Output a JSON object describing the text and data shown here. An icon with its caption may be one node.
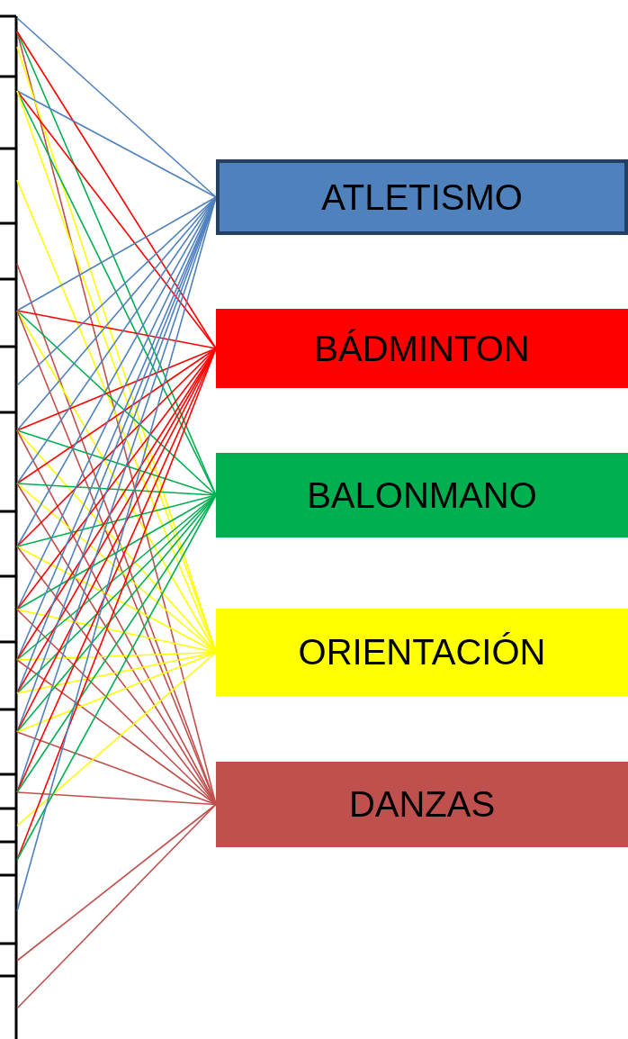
{
  "diagram": {
    "nodes": [
      {
        "text": [
          "ATLETISMO"
        ]
      },
      {
        "text": [
          "BÁDMINTON"
        ]
      },
      {
        "text": [
          "BALONMANO"
        ]
      },
      {
        "text": [
          "ORIENTACIÓN"
        ]
      },
      {
        "text": [
          "DANZAS"
        ]
      }
    ],
    "edges": [
      {
        "from": null,
        "to": 0,
        "arrow": "none",
        "color": "#4f81bd"
      },
      {
        "from": null,
        "to": 4,
        "arrow": "none",
        "color": "#c0504d"
      },
      {
        "from": null,
        "to": 2,
        "arrow": "none",
        "color": "#00b050"
      },
      {
        "from": null,
        "to": 1,
        "arrow": "none",
        "color": "#ff0000"
      },
      {
        "from": null,
        "to": 3,
        "arrow": "none",
        "color": "#ffff00"
      },
      {
        "from": null,
        "to": 0,
        "arrow": "none",
        "color": "#4f81bd"
      },
      {
        "from": null,
        "to": 1,
        "arrow": "none",
        "color": "#ff0000"
      },
      {
        "from": null,
        "to": 2,
        "arrow": "none",
        "color": "#00b050"
      },
      {
        "from": null,
        "to": 3,
        "arrow": "none",
        "color": "#ffff00"
      },
      {
        "from": null,
        "to": 3,
        "arrow": "none",
        "color": "#ffff00"
      },
      {
        "from": null,
        "to": 4,
        "arrow": "none",
        "color": "#c0504d"
      },
      {
        "from": null,
        "to": 0,
        "arrow": "none",
        "color": "#4f81bd"
      },
      {
        "from": null,
        "to": 1,
        "arrow": "none",
        "color": "#ff0000"
      },
      {
        "from": null,
        "to": 2,
        "arrow": "none",
        "color": "#00b050"
      },
      {
        "from": null,
        "to": 3,
        "arrow": "none",
        "color": "#ffff00"
      },
      {
        "from": null,
        "to": 4,
        "arrow": "none",
        "color": "#c0504d"
      },
      {
        "from": null,
        "to": 0,
        "arrow": "none",
        "color": "#4f81bd"
      },
      {
        "from": null,
        "to": 0,
        "arrow": "none",
        "color": "#4f81bd"
      },
      {
        "from": null,
        "to": 1,
        "arrow": "none",
        "color": "#ff0000"
      },
      {
        "from": null,
        "to": 2,
        "arrow": "none",
        "color": "#00b050"
      },
      {
        "from": null,
        "to": 3,
        "arrow": "none",
        "color": "#ffff00"
      },
      {
        "from": null,
        "to": 4,
        "arrow": "none",
        "color": "#c0504d"
      },
      {
        "from": null,
        "to": 0,
        "arrow": "none",
        "color": "#4f81bd"
      },
      {
        "from": null,
        "to": 1,
        "arrow": "none",
        "color": "#ff0000"
      },
      {
        "from": null,
        "to": 2,
        "arrow": "none",
        "color": "#00b050"
      },
      {
        "from": null,
        "to": 3,
        "arrow": "none",
        "color": "#ffff00"
      },
      {
        "from": null,
        "to": 4,
        "arrow": "none",
        "color": "#c0504d"
      },
      {
        "from": null,
        "to": 0,
        "arrow": "none",
        "color": "#4f81bd"
      },
      {
        "from": null,
        "to": 1,
        "arrow": "none",
        "color": "#ff0000"
      },
      {
        "from": null,
        "to": 2,
        "arrow": "none",
        "color": "#00b050"
      },
      {
        "from": null,
        "to": 3,
        "arrow": "none",
        "color": "#ffff00"
      },
      {
        "from": null,
        "to": 4,
        "arrow": "none",
        "color": "#c0504d"
      },
      {
        "from": null,
        "to": 0,
        "arrow": "none",
        "color": "#4f81bd"
      },
      {
        "from": null,
        "to": 1,
        "arrow": "none",
        "color": "#ff0000"
      },
      {
        "from": null,
        "to": 2,
        "arrow": "none",
        "color": "#00b050"
      },
      {
        "from": null,
        "to": 3,
        "arrow": "none",
        "color": "#ffff00"
      },
      {
        "from": null,
        "to": 4,
        "arrow": "none",
        "color": "#c0504d"
      },
      {
        "from": null,
        "to": 0,
        "arrow": "none",
        "color": "#4f81bd"
      },
      {
        "from": null,
        "to": 1,
        "arrow": "none",
        "color": "#ff0000"
      },
      {
        "from": null,
        "to": 2,
        "arrow": "none",
        "color": "#00b050"
      },
      {
        "from": null,
        "to": 3,
        "arrow": "none",
        "color": "#ffff00"
      },
      {
        "from": null,
        "to": 4,
        "arrow": "none",
        "color": "#c0504d"
      },
      {
        "from": null,
        "to": 0,
        "arrow": "none",
        "color": "#4f81bd"
      },
      {
        "from": null,
        "to": 1,
        "arrow": "none",
        "color": "#ff0000"
      },
      {
        "from": null,
        "to": 2,
        "arrow": "none",
        "color": "#00b050"
      },
      {
        "from": null,
        "to": 3,
        "arrow": "none",
        "color": "#ffff00"
      },
      {
        "from": null,
        "to": 0,
        "arrow": "none",
        "color": "#4f81bd"
      },
      {
        "from": null,
        "to": 1,
        "arrow": "none",
        "color": "#ff0000"
      },
      {
        "from": null,
        "to": 2,
        "arrow": "none",
        "color": "#00b050"
      },
      {
        "from": null,
        "to": 3,
        "arrow": "none",
        "color": "#ffff00"
      },
      {
        "from": null,
        "to": 4,
        "arrow": "none",
        "color": "#c0504d"
      },
      {
        "from": null,
        "to": 0,
        "arrow": "none",
        "color": "#4f81bd"
      },
      {
        "from": null,
        "to": 1,
        "arrow": "none",
        "color": "#ff0000"
      },
      {
        "from": null,
        "to": 2,
        "arrow": "none",
        "color": "#00b050"
      },
      {
        "from": null,
        "to": 4,
        "arrow": "none",
        "color": "#c0504d"
      },
      {
        "from": null,
        "to": 3,
        "arrow": "none",
        "color": "#ffff00"
      },
      {
        "from": null,
        "to": 1,
        "arrow": "none",
        "color": "#ff0000"
      },
      {
        "from": null,
        "to": 2,
        "arrow": "none",
        "color": "#00b050"
      },
      {
        "from": null,
        "to": 0,
        "arrow": "none",
        "color": "#4f81bd"
      },
      {
        "from": null,
        "to": 4,
        "arrow": "none",
        "color": "#c0504d"
      },
      {
        "from": null,
        "to": 4,
        "arrow": "none",
        "color": "#c0504d"
      }
    ]
  }
}
